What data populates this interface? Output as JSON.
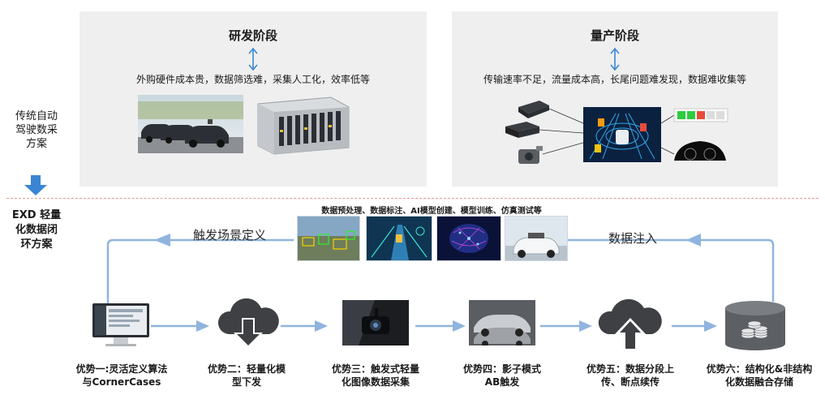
{
  "top_left_panel": {
    "title": "研发阶段",
    "subtitle": "外购硬件成本贵，数据筛选难，采集人工化，效率低等"
  },
  "top_right_panel": {
    "title": "量产阶段",
    "subtitle": "传输速率不足，流量成本高，长尾问题难发现，数据难收集等"
  },
  "traditional_label": "传统自动驾驶数采方案",
  "exd_label": "EXD 轻量化数据闭环方案",
  "pipeline_caption": "数据预处理、数据标注、AI模型创建、模型训练、仿真测试等",
  "loop_left_label": "触发场景定义",
  "loop_right_label": "数据注入",
  "steps": [
    {
      "caption": "优势一:灵活定义算法与CornerCases"
    },
    {
      "caption": "优势二：轻量化模型下发"
    },
    {
      "caption": "优势三：触发式轻量化图像数据采集"
    },
    {
      "caption": "优势四：影子模式 AB触发"
    },
    {
      "caption": "优势五：数据分段上传、断点续传"
    },
    {
      "caption": "优势六：结构化&非结构化数据融合存储"
    }
  ],
  "colors": {
    "accent_blue": "#3a86d4",
    "arrow_blue": "#8fb4de",
    "panel_gray": "#efefef",
    "divider_red": "#e69a9a"
  }
}
